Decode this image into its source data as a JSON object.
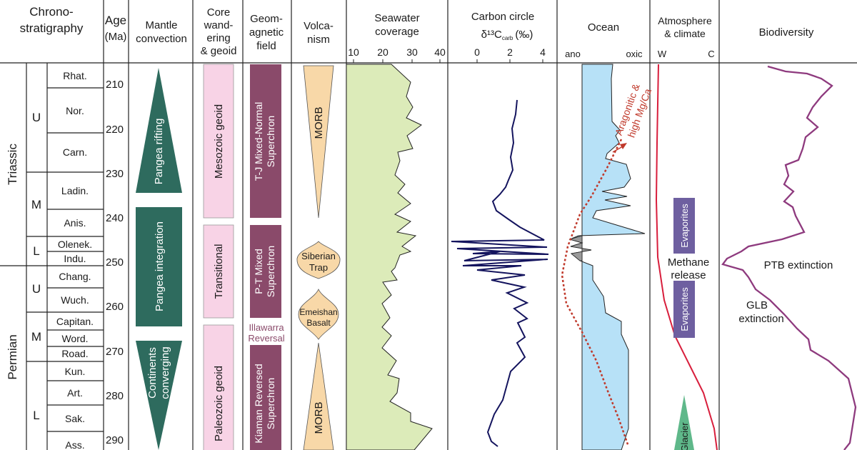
{
  "headers": {
    "chrono_1": "Chrono-",
    "chrono_2": "stratigraphy",
    "age_1": "Age",
    "age_2": "(Ma)",
    "mantle_1": "Mantle",
    "mantle_2": "convection",
    "core_1": "Core",
    "core_2": "wand-",
    "core_3": "ering",
    "core_4": "& geoid",
    "geomag_1": "Geom-",
    "geomag_2": "agnetic",
    "geomag_3": "field",
    "volc_1": "Volca-",
    "volc_2": "nism",
    "sea_1": "Seawater",
    "sea_2": "coverage",
    "carbon_1": "Carbon circle",
    "carbon_2": "δ¹³C",
    "carbon_sub": "carb",
    "carbon_unit": "(‰)",
    "ocean": "Ocean",
    "atm_1": "Atmosphere",
    "atm_2": "& climate",
    "bio": "Biodiversity"
  },
  "axis_ticks": {
    "sea": [
      "10",
      "20",
      "30",
      "40"
    ],
    "carbon": [
      "0",
      "2",
      "4"
    ],
    "ocean_left": "ano",
    "ocean_right": "oxic",
    "atm_left": "W",
    "atm_right": "C"
  },
  "age_ticks": [
    "210",
    "220",
    "230",
    "240",
    "250",
    "260",
    "270",
    "280",
    "290"
  ],
  "periods": {
    "triassic": "Triassic",
    "permian": "Permian"
  },
  "epochs": [
    "U",
    "M",
    "L",
    "U",
    "M",
    "L"
  ],
  "stages": [
    "Rhat.",
    "Nor.",
    "Carn.",
    "Ladin.",
    "Anis.",
    "Olenek.",
    "Indu.",
    "Chang.",
    "Wuch.",
    "Capitan.",
    "Word.",
    "Road.",
    "Kun.",
    "Art.",
    "Sak.",
    "Ass."
  ],
  "mantle": {
    "rifting": "Pangea rifting",
    "integration": "Pangea integration",
    "converging_1": "Continents",
    "converging_2": "converging"
  },
  "core": {
    "mesozoic": "Mesozoic geoid",
    "transitional": "Transitional",
    "paleozoic": "Paleozoic geoid"
  },
  "geomag": {
    "tj_1": "T-J Mixed-Normal",
    "tj_2": "Superchron",
    "pt_1": "P-T Mixed",
    "pt_2": "Superchron",
    "illawarra_1": "Illawarra",
    "illawarra_2": "Reversal",
    "kiaman_1": "Kiaman Reversed",
    "kiaman_2": "Superchron"
  },
  "volcanism": {
    "morb_top": "MORB",
    "siberian_1": "Siberian",
    "siberian_2": "Trap",
    "emeishan_1": "Emeishan",
    "emeishan_2": "Basalt",
    "morb_bottom": "MORB"
  },
  "ocean": {
    "aragonitic_1": "Aragonitic &",
    "aragonitic_2": "high Mg/Ca"
  },
  "atmosphere": {
    "evaporites_upper": "Evaporites",
    "evaporites_lower": "Evaporites",
    "methane_1": "Methane",
    "methane_2": "release",
    "glacier": "Glacier"
  },
  "biodiversity": {
    "ptb": "PTB extinction",
    "glb_1": "GLB",
    "glb_2": "extinction"
  },
  "colors": {
    "mantle": "#2e6b5e",
    "core_pink": "#f8d3e6",
    "geomag_purple": "#8a4a6a",
    "illawarra_text": "#8a4a6a",
    "volcanic_fill": "#f8d8a8",
    "seawater_fill": "#dcebb9",
    "carbon_line": "#14145e",
    "ocean_blue": "#b7e1f7",
    "ocean_grey": "#9a9a9a",
    "ocean_dotted": "#c0392b",
    "atmosphere_line": "#d81e3c",
    "evaporite_fill": "#6e5fa0",
    "glacier_fill": "#5fb88a",
    "bio_line": "#8e3a7e"
  }
}
